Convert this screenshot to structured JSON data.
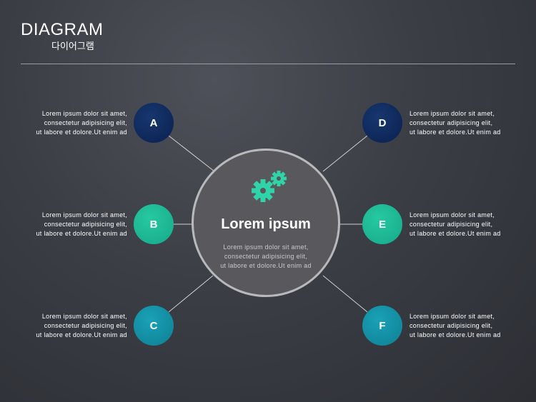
{
  "header": {
    "title": "DIAGRAM",
    "subtitle": "다이어그램"
  },
  "center": {
    "icon": "gears-icon",
    "title": "Lorem ipsum",
    "body": [
      "Lorem ipsum dolor sit amet,",
      "consectetur adipisicing elit,",
      "ut labore et dolore.Ut enim ad"
    ]
  },
  "nodes": [
    {
      "label": "A",
      "color": "#0b2453",
      "text": [
        "Lorem ipsum dolor sit amet,",
        "consectetur adipisicing elit,",
        "ut labore et dolore.Ut enim ad"
      ]
    },
    {
      "label": "B",
      "color": "#1db893",
      "text": [
        "Lorem ipsum dolor sit amet,",
        "consectetur adipisicing elit,",
        "ut labore et dolore.Ut enim ad"
      ]
    },
    {
      "label": "C",
      "color": "#118ea3",
      "text": [
        "Lorem ipsum dolor sit amet,",
        "consectetur adipisicing elit,",
        "ut labore et dolore.Ut enim ad"
      ]
    },
    {
      "label": "D",
      "color": "#0b2453",
      "text": [
        "Lorem ipsum dolor sit amet,",
        "consectetur adipisicing elit,",
        "ut labore et dolore.Ut enim ad"
      ]
    },
    {
      "label": "E",
      "color": "#1db893",
      "text": [
        "Lorem ipsum dolor sit amet,",
        "consectetur adipisicing elit,",
        "ut labore et dolore.Ut enim ad"
      ]
    },
    {
      "label": "F",
      "color": "#118ea3",
      "text": [
        "Lorem ipsum dolor sit amet,",
        "consectetur adipisicing elit,",
        "ut labore et dolore.Ut enim ad"
      ]
    }
  ],
  "colors": {
    "accent_green": "#2fd4a8",
    "navy": "#0b2453",
    "teal": "#118ea3",
    "center_fill": "#59595d"
  }
}
